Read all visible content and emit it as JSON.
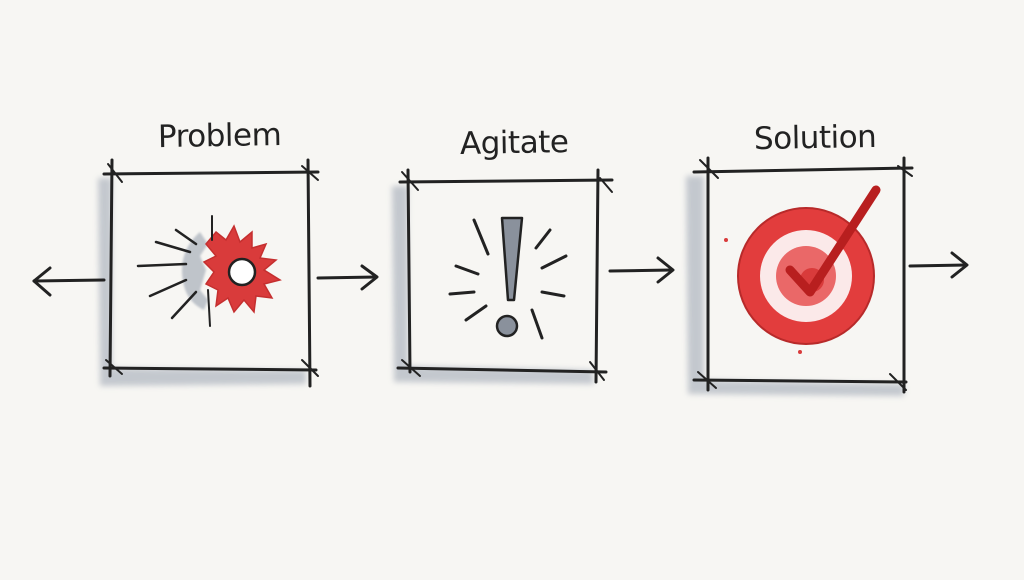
{
  "steps": [
    {
      "label": "Problem",
      "icon": "broken-gear-icon"
    },
    {
      "label": "Agitate",
      "icon": "exclamation-burst-icon"
    },
    {
      "label": "Solution",
      "icon": "target-checkmark-icon"
    }
  ],
  "colors": {
    "ink": "#222222",
    "accent_red": "#d93b3b",
    "shadow_gray": "#9aa3b0",
    "background": "#f7f6f3"
  }
}
